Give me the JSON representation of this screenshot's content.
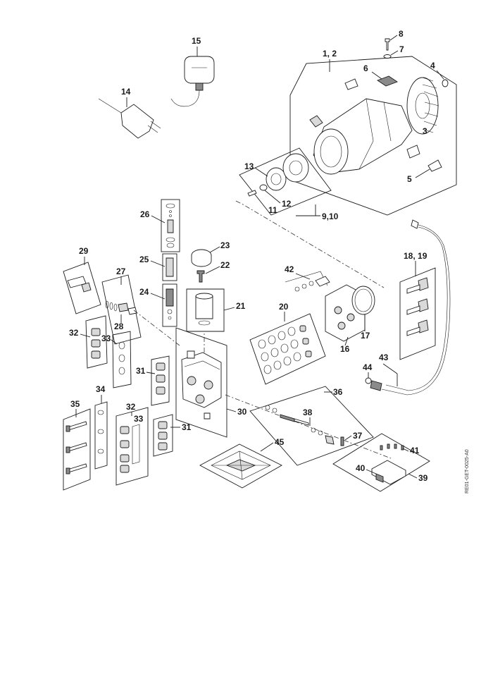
{
  "diagram": {
    "callouts": {
      "c1": "1, 2",
      "c3": "3",
      "c4": "4",
      "c5": "5",
      "c6": "6",
      "c7": "7",
      "c8": "8",
      "c9": "9,10",
      "c11": "11",
      "c12": "12",
      "c13": "13",
      "c14": "14",
      "c15": "15",
      "c16": "16",
      "c17": "17",
      "c18": "18, 19",
      "c20": "20",
      "c21": "21",
      "c22": "22",
      "c23": "23",
      "c24": "24",
      "c25": "25",
      "c26": "26",
      "c27": "27",
      "c28": "28",
      "c29": "29",
      "c30": "30",
      "c31a": "31",
      "c31b": "31",
      "c32a": "32",
      "c32b": "32",
      "c33a": "33",
      "c33b": "33",
      "c34": "34",
      "c35": "35",
      "c36": "36",
      "c37": "37",
      "c38": "38",
      "c39": "39",
      "c40": "40",
      "c41": "41",
      "c42": "42",
      "c43": "43",
      "c44": "44",
      "c45": "45"
    },
    "reference_code": "RE01-GET-0025-A0"
  }
}
